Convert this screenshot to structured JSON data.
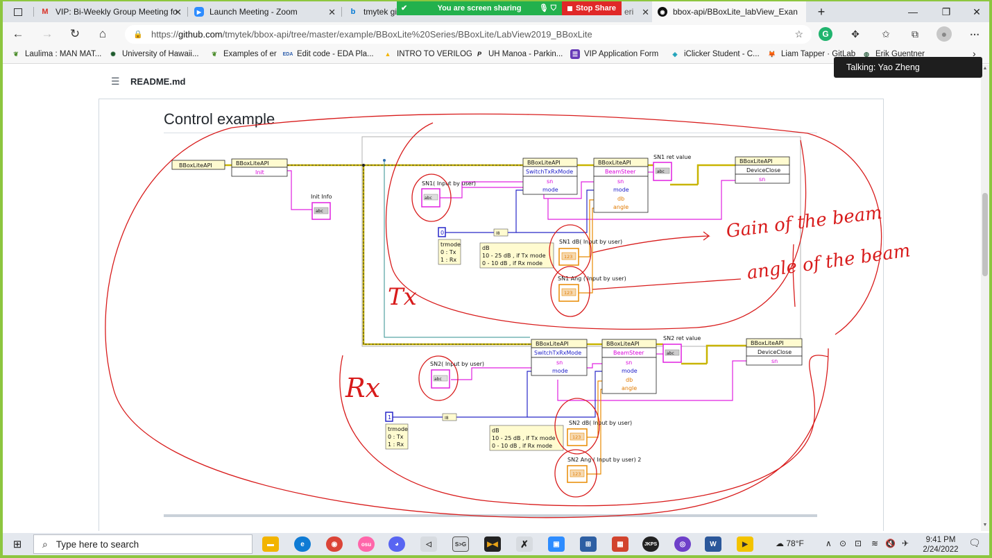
{
  "browser": {
    "tabs": [
      {
        "title": "",
        "icon": "tab-actions-icon"
      },
      {
        "title": "VIP: Bi-Weekly Group Meeting fo",
        "icon": "gmail-icon",
        "color": "#d93025"
      },
      {
        "title": "Launch Meeting - Zoom",
        "icon": "zoom-icon",
        "color": "#2d8cff"
      },
      {
        "title": "tmytek git",
        "icon": "bing-icon",
        "color": "#0078d4"
      },
      {
        "title": "eri",
        "icon": "",
        "color": "#555555"
      },
      {
        "title": "bbox-api/BBoxLite_labView_Exan",
        "icon": "github-icon",
        "color": "#111111"
      }
    ],
    "new_tab": "+",
    "window_controls": {
      "minimize": "—",
      "restore": "❐",
      "close": "✕"
    },
    "share_bar": {
      "label": "You are screen sharing",
      "stop_label": "Stop Share"
    },
    "address": {
      "protocol": "https://",
      "host": "github.com",
      "path": "/tmytek/bbox-api/tree/master/example/BBoxLite%20Series/BBoxLite/LabView2019_BBoxLite"
    },
    "bookmarks": [
      {
        "label": "Laulima : MAN MAT...",
        "color": "#4a8c2a"
      },
      {
        "label": "University of Hawaii...",
        "color": "#1d5a2c"
      },
      {
        "label": "Examples of er",
        "color": "#4a8c2a"
      },
      {
        "label": "Edit code - EDA Pla...",
        "color": "#2b5cab",
        "prefix": "EDA"
      },
      {
        "label": "INTRO TO VERILOG",
        "color": "#f4b400"
      },
      {
        "label": "UH Manoa - Parkin...",
        "color": "#111111"
      },
      {
        "label": "VIP Application Form",
        "color": "#673ab7"
      },
      {
        "label": "iClicker Student - C...",
        "color": "#1aa0b8"
      },
      {
        "label": "Liam Tapper · GitLab",
        "color": "#fc6d26"
      },
      {
        "label": "Erik Guentner",
        "color": "#3d6b4f"
      }
    ],
    "bookmarks_more": "›"
  },
  "zoom": {
    "talking": "Talking: Yao Zheng"
  },
  "readme": {
    "filename": "README.md",
    "heading": "Control example"
  },
  "diagram": {
    "top_label": "BBoxLiteAPI",
    "init_node": {
      "head": "BBoxLiteAPI",
      "method": "Init"
    },
    "init_info": "Init Info",
    "sn1": {
      "input_label": "SN1( Input by user)",
      "mode_const": "0",
      "mode_note": [
        "trmode",
        "0 : Tx",
        "1 : Rx"
      ],
      "db_note": [
        "dB",
        "10 - 25 dB , if Tx mode",
        "0 - 10 dB , if Rx mode"
      ],
      "db_label": "SN1 dB( Input by user)",
      "ang_label": "SN1 Ang ( Input by user)",
      "ret_label": "SN1 ret value",
      "switch": {
        "head": "BBoxLiteAPI",
        "method": "SwitchTxRxMode",
        "ports": [
          "sn",
          "mode"
        ]
      },
      "steer": {
        "head": "BBoxLiteAPI",
        "method": "BeamSteer",
        "ports": [
          "sn",
          "mode",
          "db",
          "angle"
        ]
      },
      "close": {
        "head": "BBoxLiteAPI",
        "method": "DeviceClose",
        "ports": [
          "sn"
        ]
      }
    },
    "sn2": {
      "input_label": "SN2( Input by user)",
      "mode_const": "1",
      "mode_note": [
        "trmode",
        "0 : Tx",
        "1 : Rx"
      ],
      "db_note": [
        "dB",
        "10 - 25 dB , if Tx mode",
        "0 - 10 dB , if Rx mode"
      ],
      "db_label": "SN2 dB( Input by user)",
      "ang_label": "SN2 Ang ( Input by user) 2",
      "ret_label": "SN2 ret value",
      "switch": {
        "head": "BBoxLiteAPI",
        "method": "SwitchTxRxMode",
        "ports": [
          "sn",
          "mode"
        ]
      },
      "steer": {
        "head": "BBoxLiteAPI",
        "method": "BeamSteer",
        "ports": [
          "sn",
          "mode",
          "db",
          "angle"
        ]
      },
      "close": {
        "head": "BBoxLiteAPI",
        "method": "DeviceClose",
        "ports": [
          "sn"
        ]
      }
    },
    "terminal_labels": {
      "string": "abc",
      "numeric": "123",
      "convert": "I8"
    },
    "annotations": {
      "tx": "Tx",
      "rx": "Rx",
      "gain": "Gain of the beam",
      "angle": "angle of the beam"
    }
  },
  "taskbar": {
    "search_placeholder": "Type here to search",
    "apps": [
      {
        "name": "file-explorer-icon",
        "color": "#f2b400",
        "glyph": "▬"
      },
      {
        "name": "edge-icon",
        "color": "#0f7bd4",
        "glyph": "e"
      },
      {
        "name": "chrome-icon",
        "color": "#db4437",
        "glyph": "◉"
      },
      {
        "name": "osu-icon",
        "color": "#ff66aa",
        "glyph": "osu"
      },
      {
        "name": "discord-icon",
        "color": "#5865f2",
        "glyph": "◕"
      },
      {
        "name": "cursor-app-icon",
        "color": "#444444",
        "glyph": "◁"
      },
      {
        "name": "cad-app-icon",
        "color": "#6d6d6d",
        "glyph": "S>G"
      },
      {
        "name": "game-app-icon",
        "color": "#e8a317",
        "glyph": "▶◀"
      },
      {
        "name": "xilinx-icon",
        "color": "#333333",
        "glyph": "X"
      },
      {
        "name": "zoom-taskbar-icon",
        "color": "#2d8cff",
        "glyph": "▣"
      },
      {
        "name": "network-app-icon",
        "color": "#2e5fa3",
        "glyph": "⊞"
      },
      {
        "name": "gallery-app-icon",
        "color": "#d2442e",
        "glyph": "▦"
      },
      {
        "name": "jkps-icon",
        "color": "#222222",
        "glyph": "JKPS"
      },
      {
        "name": "github-desktop-icon",
        "color": "#6e40c9",
        "glyph": "◎"
      },
      {
        "name": "word-icon",
        "color": "#2b579a",
        "glyph": "W"
      },
      {
        "name": "labview-icon",
        "color": "#f3c300",
        "glyph": "▶"
      }
    ],
    "weather": "78°F",
    "time": "9:41 PM",
    "date": "2/24/2022"
  }
}
